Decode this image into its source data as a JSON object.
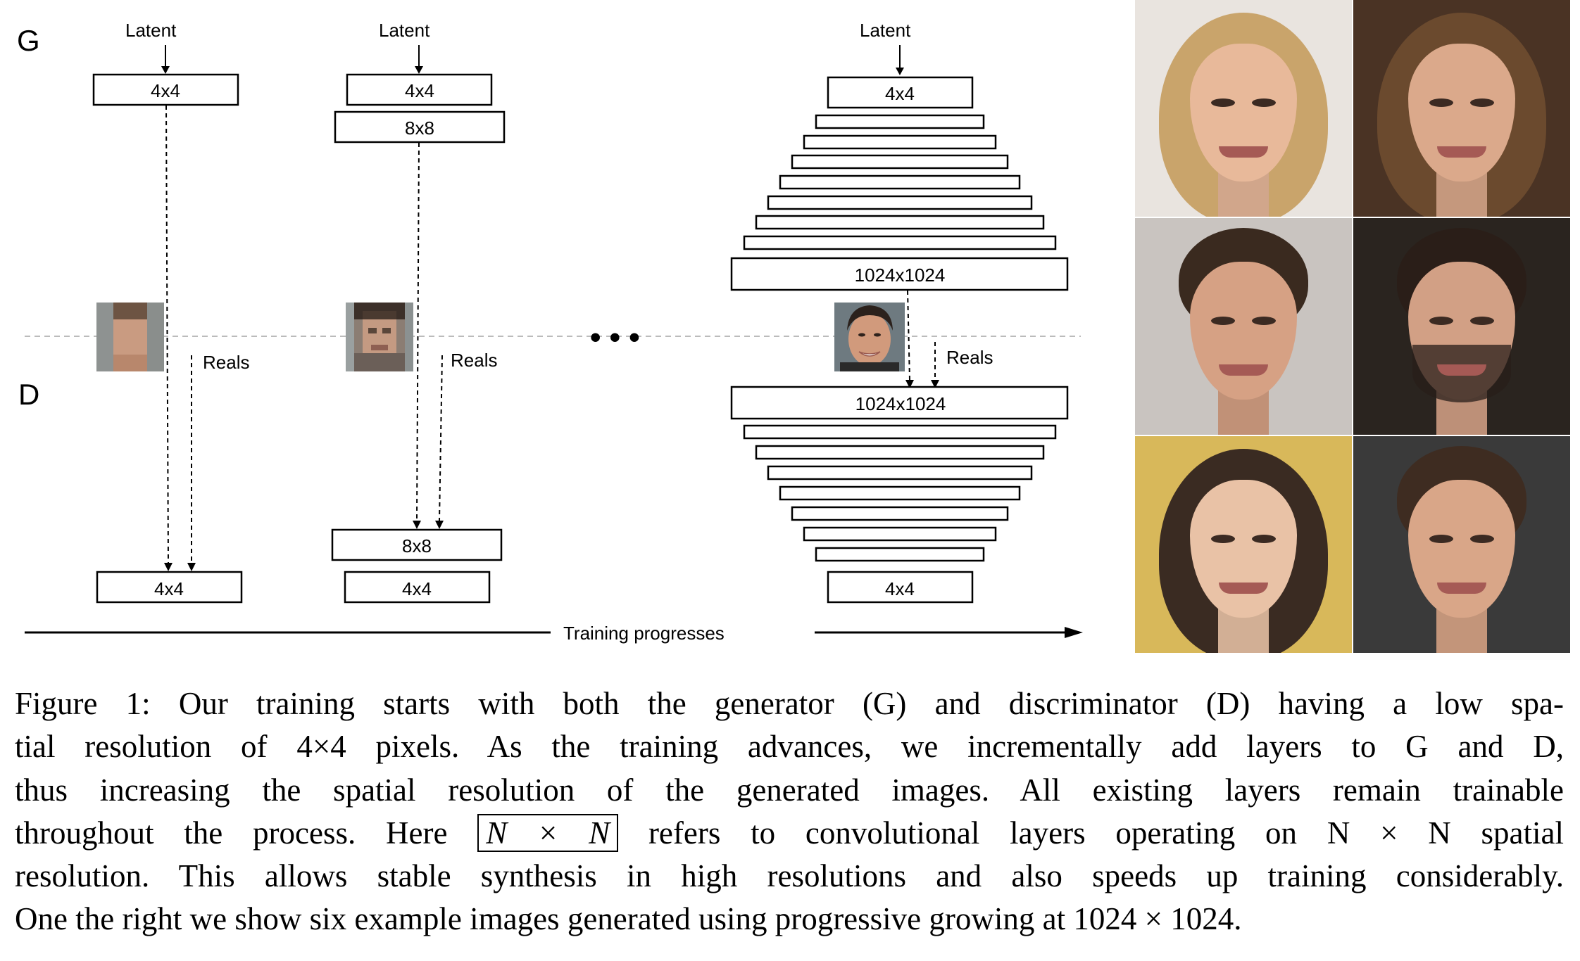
{
  "diagram": {
    "generator_label": "G",
    "discriminator_label": "D",
    "latent_label": "Latent",
    "reals_label": "Reals",
    "ellipsis": "• • •",
    "progress_label": "Training progresses",
    "stage1": {
      "gen": [
        "4x4"
      ],
      "disc": [
        "4x4"
      ]
    },
    "stage2": {
      "gen": [
        "4x4",
        "8x8"
      ],
      "disc": [
        "8x8",
        "4x4"
      ]
    },
    "stage3": {
      "gen_top": "4x4",
      "gen_bottom": "1024x1024",
      "disc_top": "1024x1024",
      "disc_bottom": "4x4"
    }
  },
  "caption": {
    "lines": [
      "Figure 1: Our training starts with both the generator (G) and discriminator (D) having a low spa-",
      "tial resolution of 4×4 pixels.  As the training advances, we incrementally add layers to G and D,",
      "thus increasing the spatial resolution of the generated images.  All existing layers remain trainable",
      "resolution. This allows stable synthesis in high resolutions and also speeds up training considerably.",
      "One the right we show six example images generated using progressive growing at 1024 × 1024."
    ],
    "line4_before": "throughout the process.  Here",
    "line4_boxed": "N × N",
    "line4_after": "refers to convolutional layers operating on N × N spatial"
  },
  "faces": [
    {
      "skin": "#e8b99a",
      "hair": "#c9a46b",
      "bg": "#e9e4df",
      "gender": "f"
    },
    {
      "skin": "#dba98b",
      "hair": "#6b4a2e",
      "bg": "#4a3324",
      "gender": "f"
    },
    {
      "skin": "#d6a184",
      "hair": "#3a2a1f",
      "bg": "#c9c4c0",
      "gender": "m"
    },
    {
      "skin": "#d2a085",
      "hair": "#2a1e18",
      "bg": "#2a241f",
      "gender": "mb"
    },
    {
      "skin": "#e9c2a6",
      "hair": "#3a2b22",
      "bg": "#d8b85a",
      "gender": "f"
    },
    {
      "skin": "#d9a688",
      "hair": "#3e2c21",
      "bg": "#3a3a3a",
      "gender": "m"
    }
  ]
}
